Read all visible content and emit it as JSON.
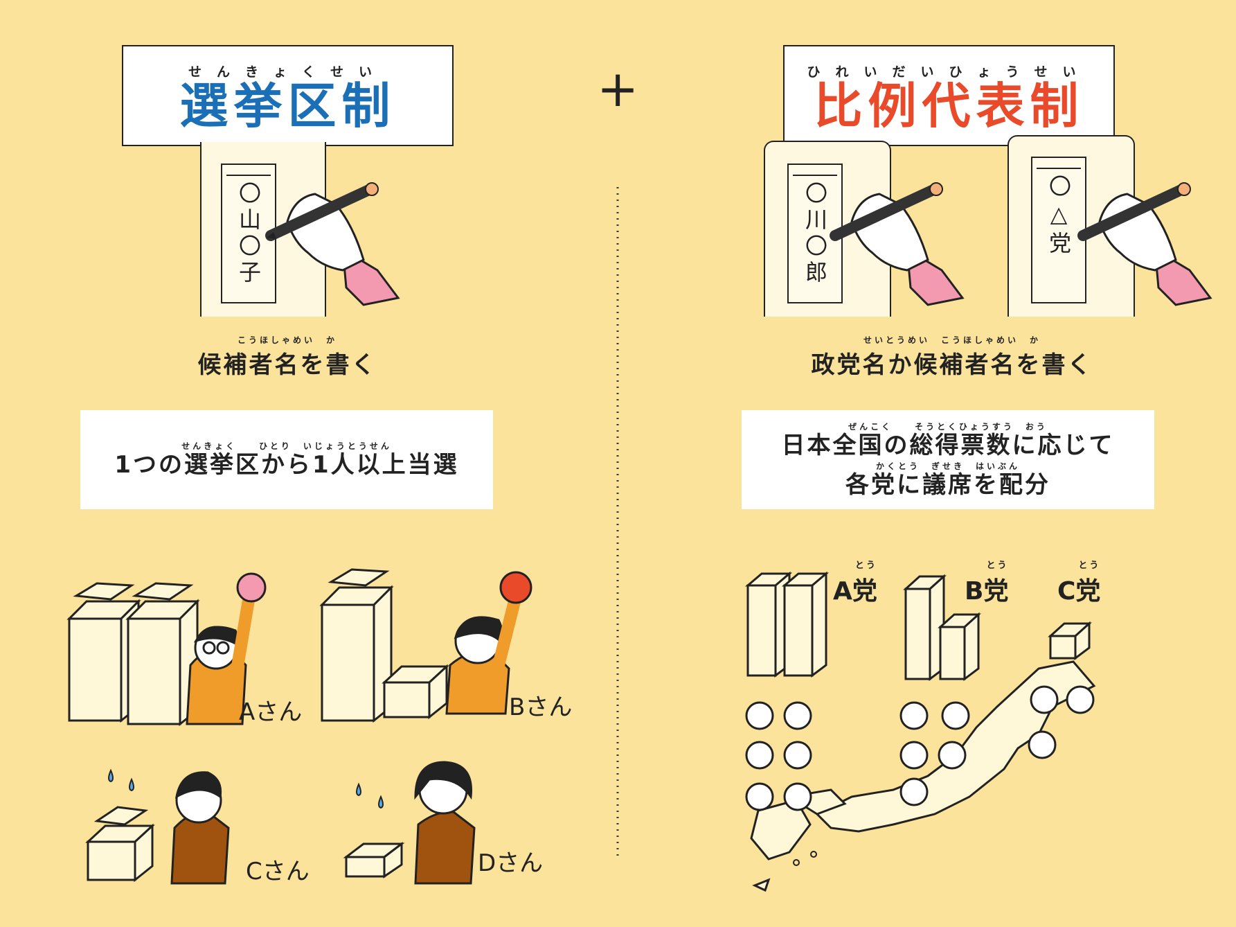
{
  "plus_sign": "+",
  "left": {
    "title_ruby": "せんきょくせい",
    "title": "選挙区制",
    "ballot_text": "〇山〇子",
    "caption_ruby": "こうほしゃめい　か",
    "caption": "候補者名を書く",
    "info_ruby": "せんきょく　　ひとり　いじょうとうせん",
    "info": "1つの選挙区から1人以上当選",
    "labels": {
      "a": "Aさん",
      "b": "Bさん",
      "c": "Cさん",
      "d": "Dさん"
    }
  },
  "right": {
    "title_ruby": "ひれいだいひょうせい",
    "title": "比例代表制",
    "ballot1_text": "〇川〇郎",
    "ballot2_text": "〇△党",
    "caption_ruby": "せいとうめい　こうほしゃめい　か",
    "caption": "政党名か候補者名を書く",
    "info_ruby1": "ぜんこく　　そうとくひょうすう　おう",
    "info_line1": "日本全国の総得票数に応じて",
    "info_ruby2": "かくとう　ぎせき　はいぶん",
    "info_line2": "各党に議席を配分",
    "parties": [
      {
        "ruby": "とう",
        "label": "A党"
      },
      {
        "ruby": "とう",
        "label": "B党"
      },
      {
        "ruby": "とう",
        "label": "C党"
      }
    ]
  },
  "colors": {
    "background": "#fbe39c",
    "left_title": "#1a6fb6",
    "right_title": "#e84a2a",
    "jacket_orange": "#f09c2a",
    "jacket_brown": "#a0520f",
    "sleeve_pink": "#f49ab0"
  }
}
